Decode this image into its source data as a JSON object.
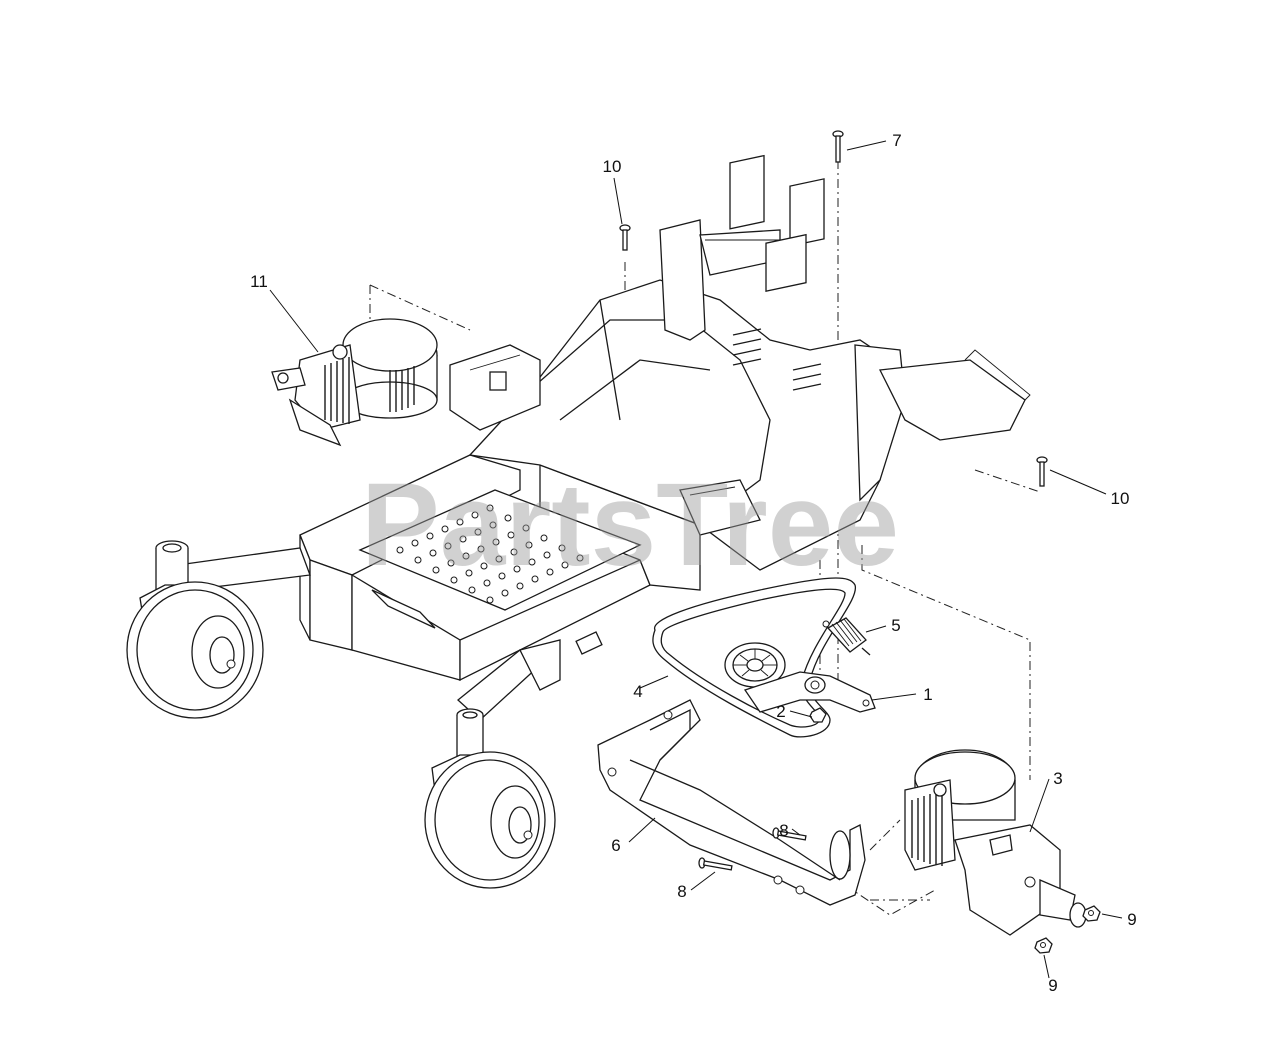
{
  "watermark": "PartsTree",
  "callouts": {
    "c1": "1",
    "c2": "2",
    "c3": "3",
    "c4": "4",
    "c5": "5",
    "c6": "6",
    "c7": "7",
    "c8a": "8",
    "c8b": "8",
    "c9a": "9",
    "c9b": "9",
    "c10a": "10",
    "c10b": "10",
    "c11": "11"
  }
}
